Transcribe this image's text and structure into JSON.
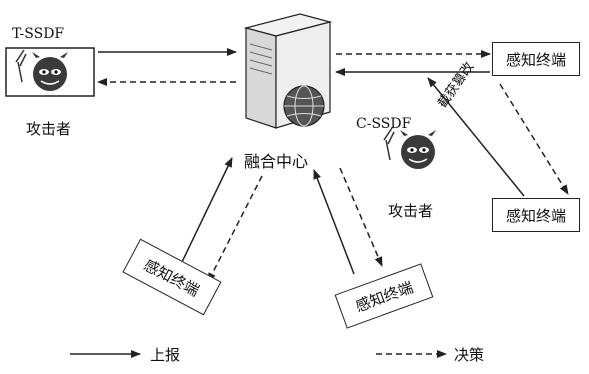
{
  "attackers": {
    "t_ssdf": {
      "tag": "T-SSDF",
      "label": "攻击者"
    },
    "c_ssdf": {
      "tag": "C-SSDF",
      "label": "攻击者"
    }
  },
  "fusion_center": {
    "label": "融合中心"
  },
  "terminals": [
    {
      "label": "感知终端"
    },
    {
      "label": "感知终端"
    },
    {
      "label": "感知终端"
    },
    {
      "label": "感知终端"
    }
  ],
  "intercept_label": "截获篡改",
  "legend": {
    "report": "上报",
    "decision": "决策"
  },
  "colors": {
    "line": "#222222",
    "devil_fill": "#3a3a3a",
    "server_fill": "#e8e8e8"
  },
  "icons": [
    "server-icon",
    "globe-icon",
    "devil-icon"
  ]
}
